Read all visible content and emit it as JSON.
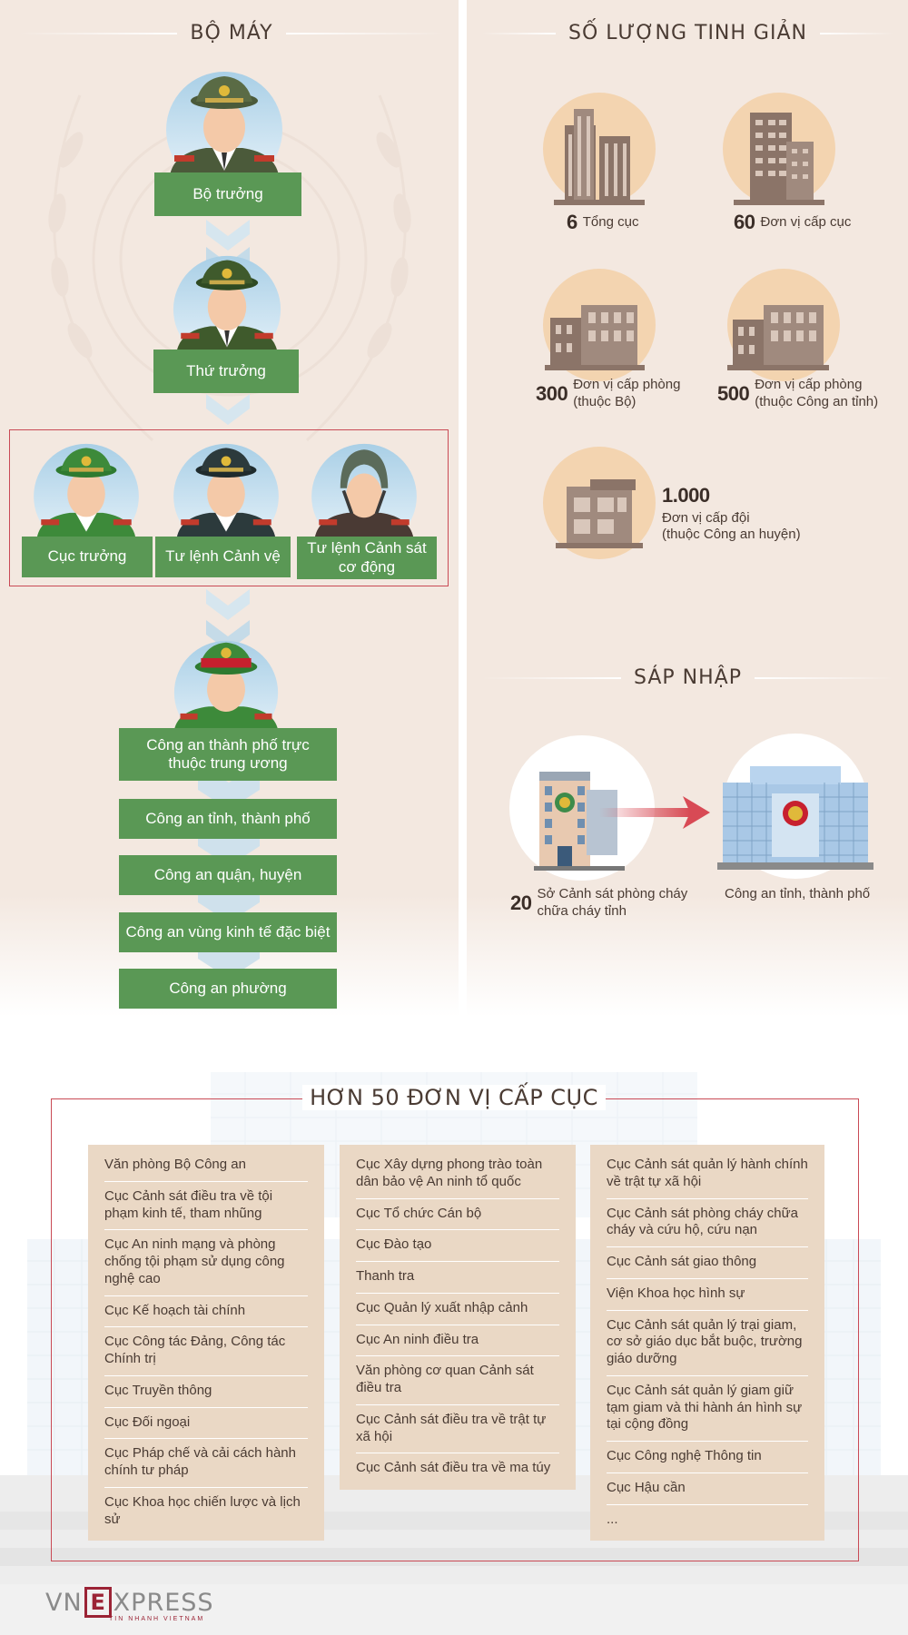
{
  "colors": {
    "accent_green": "#5a9855",
    "frame_red": "#c94a55",
    "background": "#f3e8e0",
    "building_brown": "#8b7468",
    "list_bg": "#ead8c5"
  },
  "left": {
    "title": "BỘ MÁY",
    "ranks": [
      "Bộ trưởng",
      "Thứ trưởng"
    ],
    "group": [
      "Cục trưởng",
      "Tư lệnh Cảnh vệ",
      "Tư lệnh Cảnh sát cơ động"
    ],
    "local_units": [
      "Công an thành phố trực thuộc trung ương",
      "Công an tỉnh, thành phố",
      "Công an quận, huyện",
      "Công an vùng kinh tế đặc biệt",
      "Công an phường"
    ]
  },
  "right": {
    "title": "SỐ LƯỢNG TINH GIẢN",
    "stats": [
      {
        "number": "6",
        "label": "Tổng cục"
      },
      {
        "number": "60",
        "label": "Đơn vị cấp cục"
      },
      {
        "number": "300",
        "label": "Đơn vị cấp phòng",
        "sub": "(thuộc Bộ)"
      },
      {
        "number": "500",
        "label": "Đơn vị cấp phòng",
        "sub": "(thuộc Công an tỉnh)"
      },
      {
        "number": "1.000",
        "label": "Đơn vị cấp đội",
        "sub": "(thuộc Công an huyện)"
      }
    ],
    "merge_title": "SÁP NHẬP",
    "merge_from_number": "20",
    "merge_from_label": "Sở Cảnh sát phòng cháy chữa cháy tỉnh",
    "merge_to_label": "Công an tỉnh, thành phố"
  },
  "bottom": {
    "title": "HƠN 50 ĐƠN VỊ CẤP CỤC",
    "col1": [
      "Văn phòng Bộ Công an",
      "Cục Cảnh sát điều tra về tội phạm kinh tế, tham nhũng",
      "Cục An ninh mạng và phòng chống tội phạm sử dụng công nghệ cao",
      "Cục Kế hoạch tài chính",
      "Cục Công tác Đảng, Công tác Chính trị",
      "Cục Truyền thông",
      "Cục Đối ngoại",
      "Cục Pháp chế và cải cách hành chính tư pháp",
      "Cục Khoa học chiến lược và lịch sử"
    ],
    "col2": [
      "Cục Xây dựng phong trào toàn dân bảo vệ An ninh tổ quốc",
      "Cục Tổ chức Cán bộ",
      "Cục Đào tạo",
      "Thanh tra",
      "Cục Quản lý xuất nhập cảnh",
      "Cục An ninh điều tra",
      "Văn phòng cơ quan Cảnh sát điều tra",
      "Cục Cảnh sát điều tra về trật tự xã hội",
      "Cục Cảnh sát điều tra về ma túy"
    ],
    "col3": [
      "Cục Cảnh sát quản lý hành chính về trật tự xã hội",
      "Cục Cảnh sát phòng cháy chữa cháy và cứu hộ, cứu nạn",
      "Cục Cảnh sát giao thông",
      "Viện Khoa học hình sự",
      "Cục Cảnh sát quản lý trại giam, cơ sở giáo dục bắt buộc, trường giáo dưỡng",
      "Cục Cảnh sát quản lý giam giữ tạm giam và thi hành án hình sự tại cộng đồng",
      "Cục Công nghệ Thông tin",
      "Cục Hậu cần",
      "..."
    ]
  },
  "logo": {
    "vn": "VN",
    "e": "E",
    "xpress": "XPRESS",
    "tagline": "TIN NHANH VIETNAM"
  }
}
